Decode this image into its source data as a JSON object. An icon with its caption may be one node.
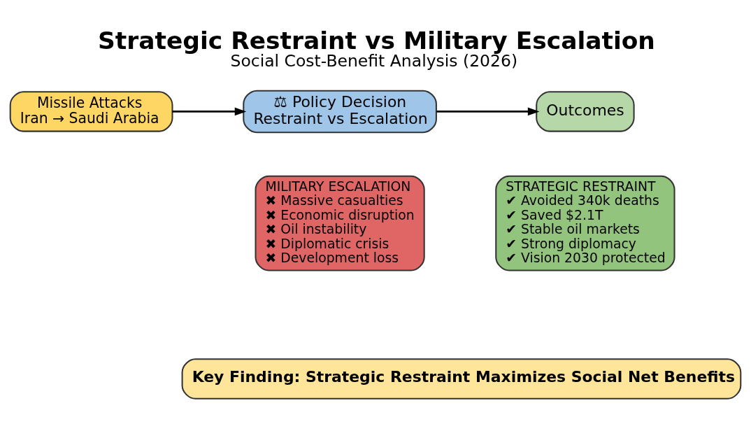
{
  "diagram": {
    "title": "Strategic Restraint vs Military Escalation",
    "caption": "Social Cost-Benefit Analysis (2026)",
    "nodes": [
      {
        "text": [
          "Missile Attacks",
          "Iran → Saudi Arabia"
        ]
      },
      {
        "text": [
          "⚖ Policy Decision",
          "Restraint vs Escalation"
        ]
      },
      {
        "text": [
          "Outcomes"
        ]
      },
      {
        "text": [
          "MILITARY ESCALATION",
          "✖ Massive casualties",
          "✖ Economic disruption",
          "✖ Oil instability",
          "✖ Diplomatic crisis",
          "✖ Development loss"
        ]
      },
      {
        "text": [
          "STRATEGIC RESTRAINT",
          "✔ Avoided 340k deaths",
          "✔ Saved $2.1T",
          "✔ Stable oil markets",
          "✔ Strong diplomacy",
          "✔ Vision 2030 protected"
        ]
      },
      {
        "text": [
          "Key Finding: Strategic Restraint Maximizes Social Net Benefits"
        ]
      }
    ],
    "edges": [
      {
        "from": 0,
        "to": 1,
        "arrow": "to"
      },
      {
        "from": 1,
        "to": 2,
        "arrow": "to"
      }
    ]
  }
}
